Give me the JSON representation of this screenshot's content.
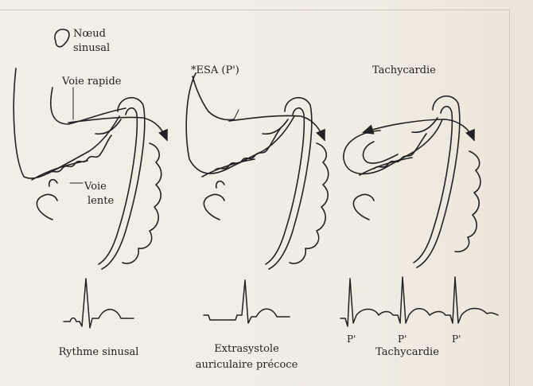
{
  "panels": [
    {
      "id": "sinus",
      "caption_lines": [
        "Rythme sinusal"
      ],
      "annotations": {
        "node": [
          "Nœud",
          "sinusal"
        ],
        "fast": "Voie rapide",
        "slow": [
          "Voie",
          "lente"
        ]
      }
    },
    {
      "id": "esa",
      "top_label": "*ESA (P')",
      "caption_lines": [
        "Extrasystole",
        "auriculaire précoce"
      ]
    },
    {
      "id": "tachy",
      "top_label": "Tachycardie",
      "caption_lines": [
        "Tachycardie"
      ],
      "p_labels": [
        "P'",
        "P'",
        "P'"
      ]
    }
  ]
}
